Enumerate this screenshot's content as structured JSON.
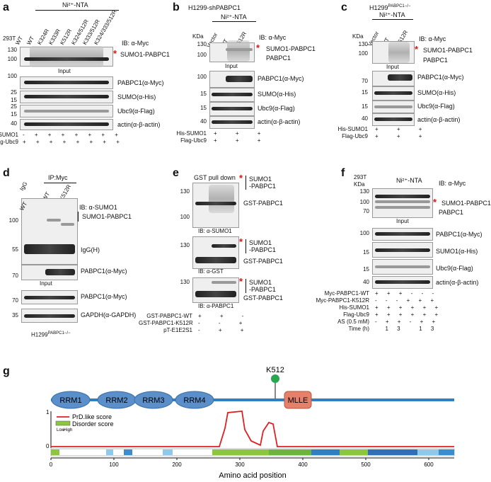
{
  "panels": {
    "a": {
      "label": "a",
      "header": "Ni²⁺-NTA",
      "cell_line": "293T",
      "lanes": [
        "WT",
        "WT",
        "K324R",
        "K333R",
        "K512R",
        "K324/512R",
        "K333/512R",
        "K324/333/512R"
      ],
      "ib": "IB: α-Myc",
      "target": "SUMO1-PABPC1",
      "input": "Input",
      "mw_top": [
        "130",
        "100"
      ],
      "blots": [
        {
          "mw": [
            "100"
          ],
          "label": "PABPC1(α-Myc)"
        },
        {
          "mw": [
            "25",
            "15"
          ],
          "label": "SUMO(α-His)"
        },
        {
          "mw": [
            "25",
            "15"
          ],
          "label": "Ubc9(α-Flag)"
        },
        {
          "mw": [
            "40"
          ],
          "label": "actin(α-β-actin)"
        }
      ],
      "rows": [
        {
          "name": "His-SUMO1",
          "signs": "- + + + + + + +"
        },
        {
          "name": "Flag-Ubc9",
          "signs": "+ + + + + + + +"
        }
      ]
    },
    "b": {
      "label": "b",
      "cell_line": "H1299-shPABPC1",
      "header": "Ni²⁺-NTA",
      "kda": "KDa",
      "lanes": [
        "Vector",
        "WT",
        "K512R"
      ],
      "ib": "IB: α-Myc",
      "target": "SUMO1-PABPC1",
      "target2": "PABPC1",
      "input": "Input",
      "mw_top": [
        "130",
        "100"
      ],
      "blots": [
        {
          "mw": [
            "100"
          ],
          "label": "PABPC1(α-Myc)"
        },
        {
          "mw": [
            "15"
          ],
          "label": "SUMO(α-His)"
        },
        {
          "mw": [
            "15"
          ],
          "label": "Ubc9(α-Flag)"
        },
        {
          "mw": [
            "40"
          ],
          "label": "actin(α-β-actin)"
        }
      ],
      "rows": [
        {
          "name": "His-SUMO1",
          "signs": "+ + +"
        },
        {
          "name": "Flag-Ubc9",
          "signs": "+ + +"
        }
      ]
    },
    "c": {
      "label": "c",
      "cell_line": "H1299",
      "cell_sup": "PABPC1−/−",
      "header": "Ni²⁺-NTA",
      "kda": "KDa",
      "lanes": [
        "Vector",
        "WT",
        "K512R"
      ],
      "ib": "IB: α-Myc",
      "target": "SUMO1-PABPC1",
      "target2": "PABPC1",
      "input": "Input",
      "mw_top": [
        "130",
        "100"
      ],
      "blots": [
        {
          "mw": [
            "70"
          ],
          "label": "PABPC1(α-Myc)"
        },
        {
          "mw": [
            "15"
          ],
          "label": "SUMO(α-His)"
        },
        {
          "mw": [
            "15"
          ],
          "label": "Ubc9(α-Flag)"
        },
        {
          "mw": [
            "40"
          ],
          "label": "actin(α-β-actin)"
        }
      ],
      "rows": [
        {
          "name": "His-SUMO1",
          "signs": "+ + +"
        },
        {
          "name": "Flag-Ubc9",
          "signs": "+ + +"
        }
      ]
    },
    "d": {
      "label": "d",
      "lanes": [
        "IgG",
        "WT",
        "K512R"
      ],
      "ip": "IP:Myc",
      "ib": "IB: α-SUMO1",
      "target": "SUMO1-PABPC1",
      "igg": "IgG(H)",
      "mw_top": [
        "100",
        "55"
      ],
      "blot2": {
        "mw": [
          "70"
        ],
        "label": "PABPC1(α-Myc)"
      },
      "input": "Input",
      "blot3": {
        "mw": [
          "70"
        ],
        "label": "PABPC1(α-Myc)"
      },
      "blot4": {
        "mw": [
          "35"
        ],
        "label": "GAPDH(α-GAPDH)"
      },
      "footer": "H1299",
      "footer_sup": "PABPC1−/−",
      "lane_bottom": "WT"
    },
    "e": {
      "label": "e",
      "title": "GST pull down",
      "blots": [
        {
          "mw": [
            "130",
            "100"
          ],
          "target": "SUMO1\n-PABPC1",
          "gst": "GST-PABPC1",
          "ib_after": "IB: α-SUMO1"
        },
        {
          "mw": [
            "130"
          ],
          "target": "SUMO1\n-PABPC1",
          "gst": "GST-PABPC1",
          "ib_after": "IB: α-GST"
        },
        {
          "mw": [
            "130"
          ],
          "target": "SUMO1\n-PABPC1",
          "gst": "GST-PABPC1",
          "ib_after": "IB: α-PABPC1"
        }
      ],
      "rows": [
        {
          "name": "GST-PABPC1-WT",
          "signs": "+ + -"
        },
        {
          "name": "GST-PABPC1-K512R",
          "signs": "- - +"
        },
        {
          "name": "pT-E1E2S1",
          "signs": "- + +"
        }
      ]
    },
    "f": {
      "label": "f",
      "cell_line": "293T",
      "kda": "KDa",
      "header": "Ni²⁺-NTA",
      "ib": "IB: α-Myc",
      "target": "SUMO1-PABPC1",
      "target2": "PABPC1",
      "mw_top": [
        "130",
        "100",
        "70"
      ],
      "input": "Input",
      "blots": [
        {
          "mw": [
            "100"
          ],
          "label": "PABPC1(α-Myc)"
        },
        {
          "mw": [
            "15"
          ],
          "label": "SUMO1(α-His)"
        },
        {
          "mw": [
            "15"
          ],
          "label": "Ubc9(α-Flag)"
        },
        {
          "mw": [
            "40"
          ],
          "label": "actin(α-β-actin)"
        }
      ],
      "rows": [
        {
          "name": "Myc-PABPC1-WT",
          "signs": "+ + + - - -"
        },
        {
          "name": "Myc-PABPC1-K512R",
          "signs": "- - - + + +"
        },
        {
          "name": "His-SUMO1",
          "signs": "+ + + + + +"
        },
        {
          "name": "Flag-Ubc9",
          "signs": "+ + + + + +"
        },
        {
          "name": "AS (0.5 mM)",
          "signs": "- + + - + +"
        },
        {
          "name": "Time (h)",
          "signs": "  1 3   1 3"
        }
      ]
    },
    "g": {
      "label": "g",
      "domains": [
        "RRM1",
        "RRM2",
        "RRM3",
        "RRM4",
        "MLLE"
      ],
      "site": "K512",
      "legend_prd": "PrD.like  score",
      "legend_dis": "Disorder  score",
      "legend_low": "Low",
      "legend_high": "High",
      "y_top": "1",
      "y_bottom": "0",
      "xlabel": "Amino acid position",
      "xticks": [
        "0",
        "100",
        "200",
        "300",
        "400",
        "500",
        "600"
      ],
      "colors": {
        "domain": "#5b8fc9",
        "mlle": "#e5806a",
        "backbone": "#2f7fc1",
        "pin": "#2aa651",
        "score": "#e02020",
        "disorder_high": "#2f7fc1",
        "disorder_low": "#8cc63f"
      }
    }
  }
}
